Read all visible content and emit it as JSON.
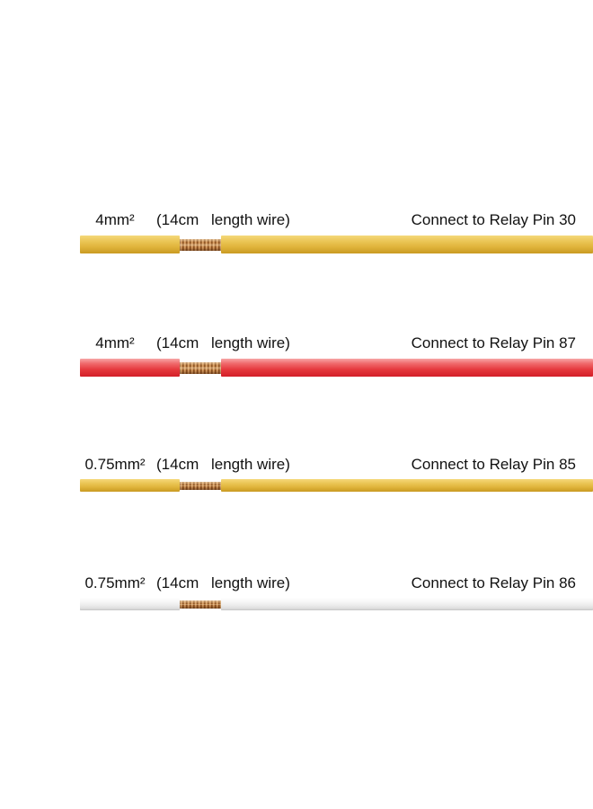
{
  "wires": [
    {
      "gauge": "4mm²",
      "length_open": "(14cm",
      "length_rest": "length wire)",
      "connection": "Connect to Relay Pin 30",
      "insulation_color": "#e8c04c",
      "color_name": "yellow"
    },
    {
      "gauge": "4mm²",
      "length_open": "(14cm",
      "length_rest": "length wire)",
      "connection": "Connect to Relay Pin 87",
      "insulation_color": "#e8363c",
      "color_name": "red"
    },
    {
      "gauge": "0.75mm²",
      "length_open": "(14cm",
      "length_rest": "length wire)",
      "connection": "Connect to Relay Pin 85",
      "insulation_color": "#e8c04c",
      "color_name": "yellow"
    },
    {
      "gauge": "0.75mm²",
      "length_open": "(14cm",
      "length_rest": "length wire)",
      "connection": "Connect to Relay Pin 86",
      "insulation_color": "#eeeeee",
      "color_name": "white"
    }
  ],
  "copper_color": "#c98a4c"
}
